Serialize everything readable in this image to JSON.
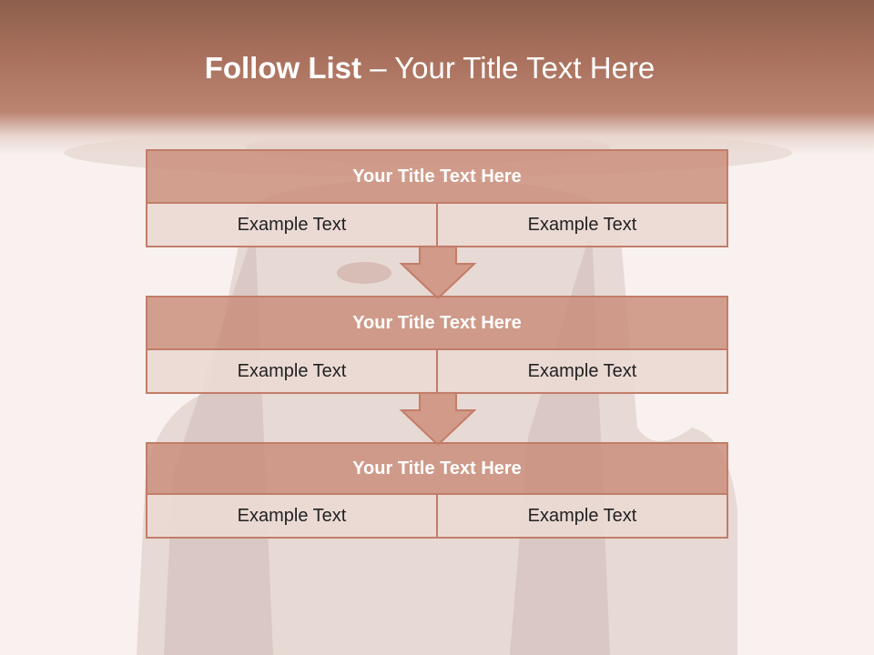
{
  "title": {
    "bold_part": "Follow List",
    "rest": " – Your Title Text Here"
  },
  "colors": {
    "header": "#a8705c",
    "box_border": "#c27d69",
    "box_title_fill": "#c98c79",
    "cell_fill": "#ecdad4",
    "background": "#f8f1ef"
  },
  "steps": [
    {
      "title": "Your Title Text Here",
      "left": "Example Text",
      "right": "Example Text"
    },
    {
      "title": "Your Title Text Here",
      "left": "Example Text",
      "right": "Example Text"
    },
    {
      "title": "Your Title Text Here",
      "left": "Example Text",
      "right": "Example Text"
    }
  ],
  "background_image": "faded portrait photo"
}
